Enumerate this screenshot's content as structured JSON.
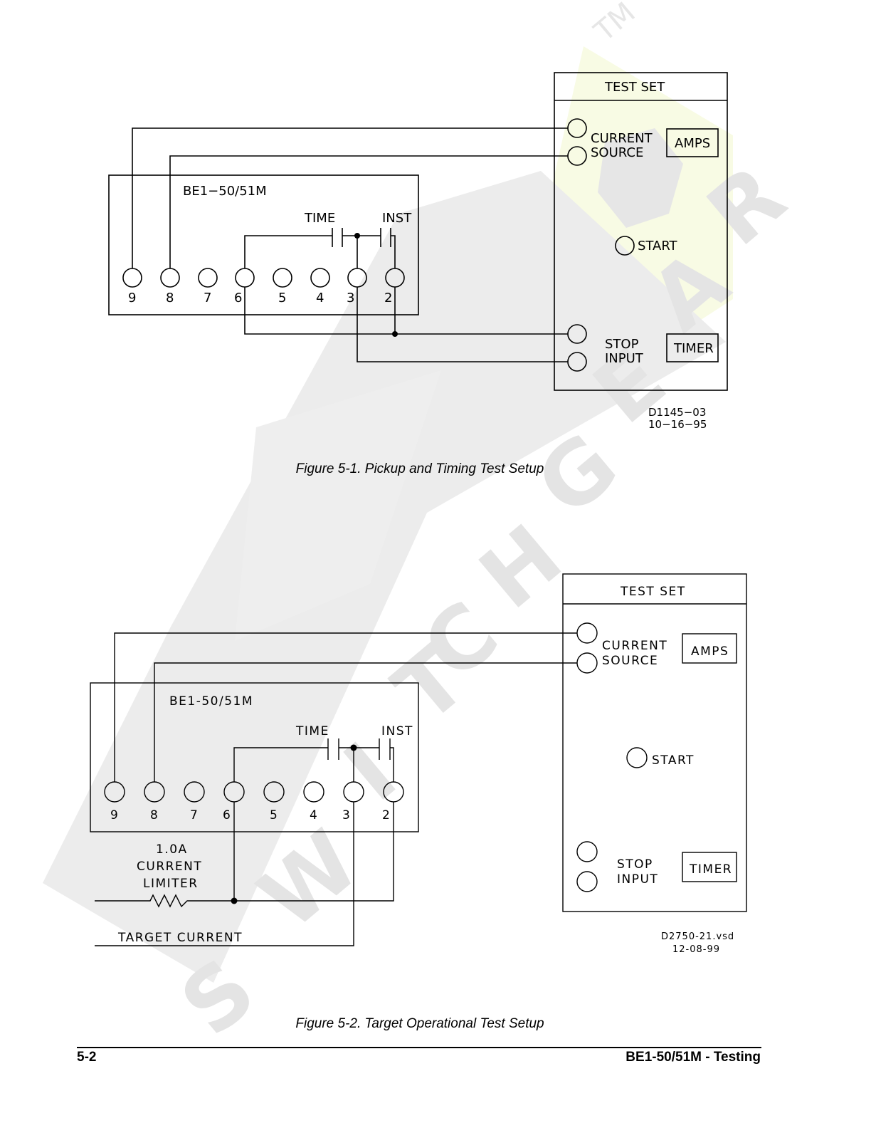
{
  "watermark": {
    "text_letters": [
      "S",
      "W",
      "I",
      "T",
      "C",
      "H",
      "G",
      "E",
      "A",
      "R"
    ],
    "trademark": "TM",
    "colors": {
      "grey": "#e3e3e3",
      "yellow": "#f8fbe4"
    }
  },
  "figure1": {
    "device_label": "BE1−50/51M",
    "time_label": "TIME",
    "inst_label": "INST",
    "terminals": [
      "9",
      "8",
      "7",
      "6",
      "5",
      "4",
      "3",
      "2"
    ],
    "test_set": {
      "title": "TEST  SET",
      "current": "CURRENT",
      "source": "SOURCE",
      "amps": "AMPS",
      "start": "START",
      "stop": "STOP",
      "input": "INPUT",
      "timer": "TIMER"
    },
    "drawing_no": "D1145−03",
    "drawing_date": "10−16−95",
    "caption": "Figure 5-1.  Pickup and Timing Test Setup"
  },
  "figure2": {
    "device_label": "BE1-50/51M",
    "time_label": "TIME",
    "inst_label": "INST",
    "terminals": [
      "9",
      "8",
      "7",
      "6",
      "5",
      "4",
      "3",
      "2"
    ],
    "test_set": {
      "title": "TEST SET",
      "current": "CURRENT",
      "source": "SOURCE",
      "amps": "AMPS",
      "start": "START",
      "stop": "STOP",
      "input": "INPUT",
      "timer": "TIMER"
    },
    "limiter_line1": "1.0A",
    "limiter_line2": "CURRENT",
    "limiter_line3": "LIMITER",
    "target_current": "TARGET CURRENT",
    "drawing_no": "D2750-21.vsd",
    "drawing_date": "12-08-99",
    "caption": "Figure 5-2.  Target Operational Test Setup"
  },
  "footer": {
    "page_number": "5-2",
    "doc_title": "BE1-50/51M - Testing"
  }
}
